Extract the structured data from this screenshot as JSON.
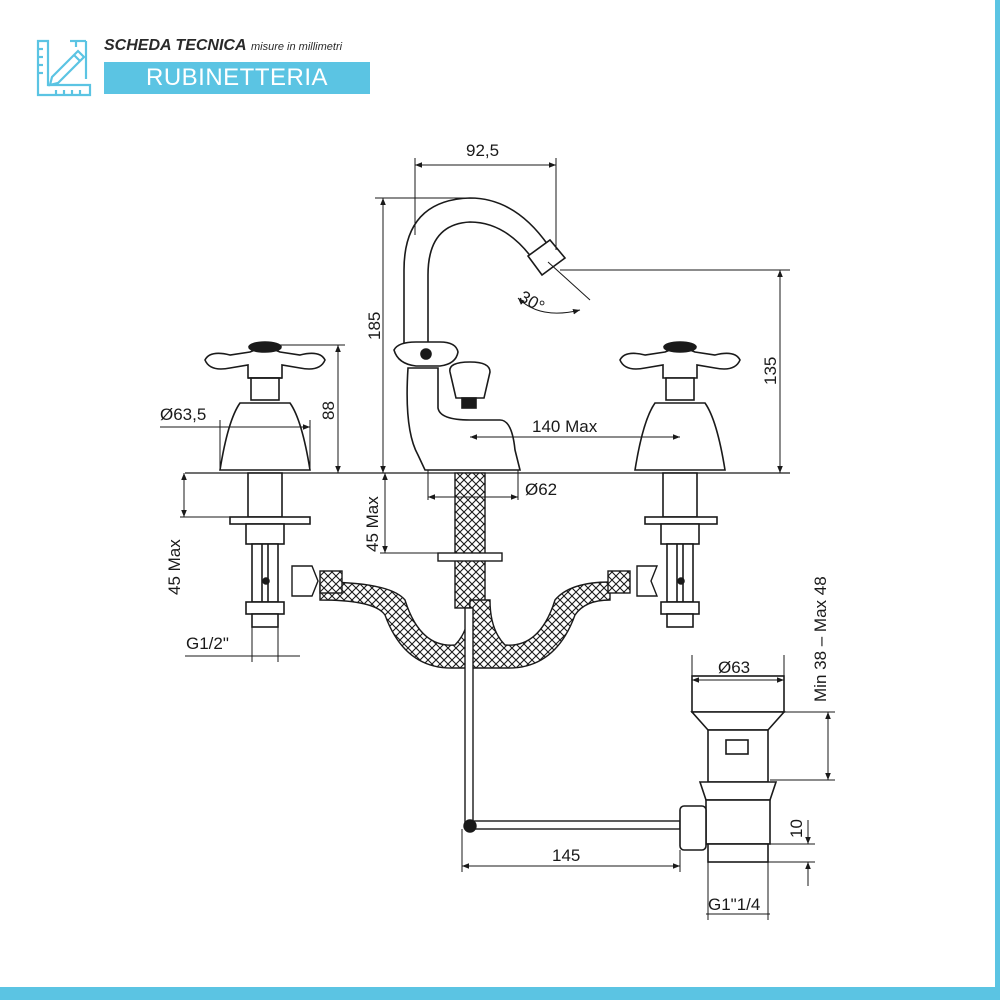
{
  "header": {
    "title": "SCHEDA TECNICA",
    "subtitle": "misure in millimetri",
    "category": "RUBINETTERIA",
    "icon": "drafting-ruler-pencil-icon"
  },
  "dimensions": {
    "spout_reach": "92,5",
    "height_total": "185",
    "spout_height": "135",
    "spout_angle": "30°",
    "handle_height": "88",
    "handle_diameter": "Ø63,5",
    "center_distance": "140 Max",
    "base_diameter": "Ø62",
    "deck_thickness_left": "45 Max",
    "deck_thickness_center": "45 Max",
    "inlet_thread": "G1/2\"",
    "drain_range": "Min 38 – Max 48",
    "drain_diameter": "Ø63",
    "drain_lever": "145",
    "drain_thread_height": "10",
    "drain_thread": "G1\"1/4"
  },
  "colors": {
    "accent": "#5bc4e3",
    "line": "#1a1a1a"
  }
}
